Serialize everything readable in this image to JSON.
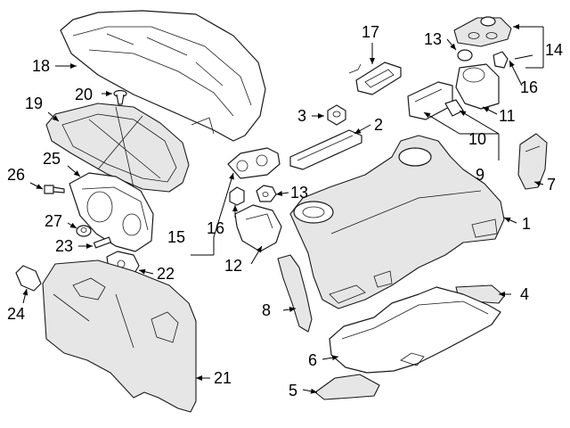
{
  "diagram": {
    "callouts": {
      "c1": "1",
      "c2": "2",
      "c3": "3",
      "c4": "4",
      "c5": "5",
      "c6": "6",
      "c7": "7",
      "c8": "8",
      "c9": "9",
      "c10": "10",
      "c11": "11",
      "c12": "12",
      "c13a": "13",
      "c13b": "13",
      "c14": "14",
      "c15": "15",
      "c16a": "16",
      "c16b": "16",
      "c17": "17",
      "c18": "18",
      "c19": "19",
      "c20": "20",
      "c21": "21",
      "c22": "22",
      "c23": "23",
      "c24": "24",
      "c25": "25",
      "c26": "26",
      "c27": "27"
    }
  }
}
